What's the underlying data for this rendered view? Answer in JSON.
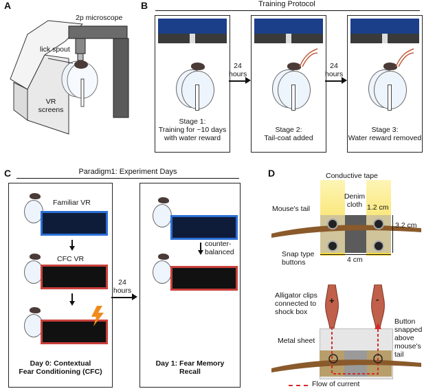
{
  "panel_a": {
    "label": "A",
    "microscope": "2p microscope",
    "lick_spout": "lick spout",
    "vr_screens": "VR\nscreens"
  },
  "panel_b": {
    "label": "B",
    "title": "Training Protocol",
    "interval1": "24\nhours",
    "interval2": "24\nhours",
    "stage1": "Stage 1:\nTraining for ~10 days\nwith water reward",
    "stage2": "Stage 2:\nTail-coat added",
    "stage3": "Stage 3:\nWater reward removed"
  },
  "panel_c": {
    "label": "C",
    "title": "Paradigm1: Experiment Days",
    "familiar_vr": "Familiar VR",
    "cfc_vr": "CFC VR",
    "counter_balanced": "counter-\nbalanced",
    "interval": "24\nhours",
    "day0": "Day 0: Contextual\nFear Conditioning (CFC)",
    "day1": "Day 1: Fear Memory\nRecall"
  },
  "panel_d": {
    "label": "D",
    "conductive_tape": "Conductive tape",
    "denim": "Denim\ncloth",
    "mouse_tail": "Mouse's tail",
    "dim_12": "1.2 cm",
    "dim_32": "3.2 cm",
    "dim_4": "4 cm",
    "snap": "Snap type\nbuttons",
    "alligator": "Alligator clips\nconnected to\nshock box",
    "plus": "+",
    "minus": "-",
    "button_snapped": "Button\nsnapped\nabove\nmouse's tail",
    "metal_sheet": "Metal sheet",
    "flow": "Flow of current"
  },
  "colors": {
    "blue_border": "#2b6fd6",
    "red_border": "#c9403b",
    "tape_yellow": "#f5d21f",
    "tail_brown": "#8a5a2b",
    "current_red": "#d42a2a"
  }
}
